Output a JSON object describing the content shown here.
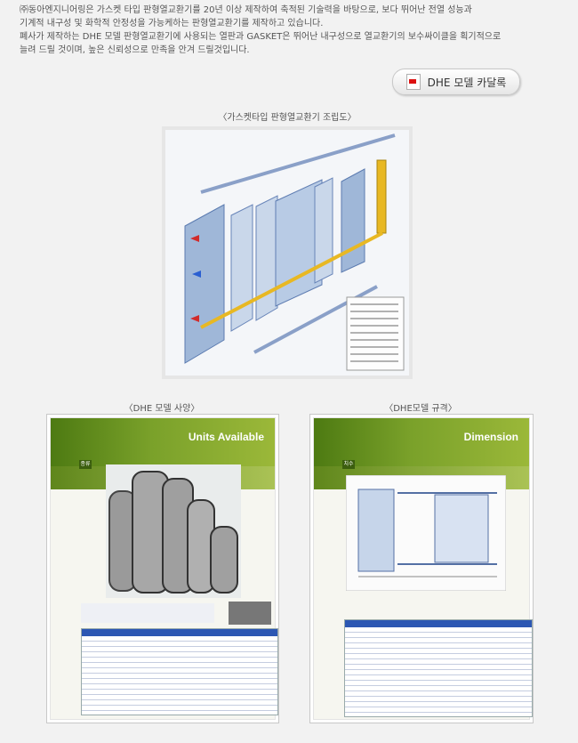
{
  "intro": {
    "line1": "㈜동아엔지니어링은 가스켓 타입 판형열교환기를 20년 이상 제작하여 축적된 기술력을 바탕으로, 보다 뛰어난 전열 성능과",
    "line2": "기계적 내구성 및 화학적 안정성을 가능케하는 판형열교환기를 제작하고 있습니다.",
    "line3": "폐사가 제작하는 DHE 모델 판형열교환기에 사용되는 열판과 GASKET은 뛰어난 내구성으로 열교환기의 보수싸이클을 획기적으로",
    "line4": "늘려 드릴 것이며, 높은 신뢰성으로 만족을 안겨 드릴것입니다."
  },
  "catalog_button": {
    "label": "DHE 모델 카달록",
    "icon": "pdf-icon"
  },
  "assembly": {
    "caption": "〈가스켓타입 판형열교환기 조립도〉"
  },
  "spec": {
    "caption": "〈DHE 모델 사양〉",
    "title": "Units Available",
    "chip": "종류"
  },
  "dimension": {
    "caption": "〈DHE모델 규격〉",
    "title": "Dimension",
    "chip": "치수"
  },
  "colors": {
    "green": "#6b9a1f",
    "blue": "#2c57b3",
    "plate": "#9fb7d8"
  }
}
